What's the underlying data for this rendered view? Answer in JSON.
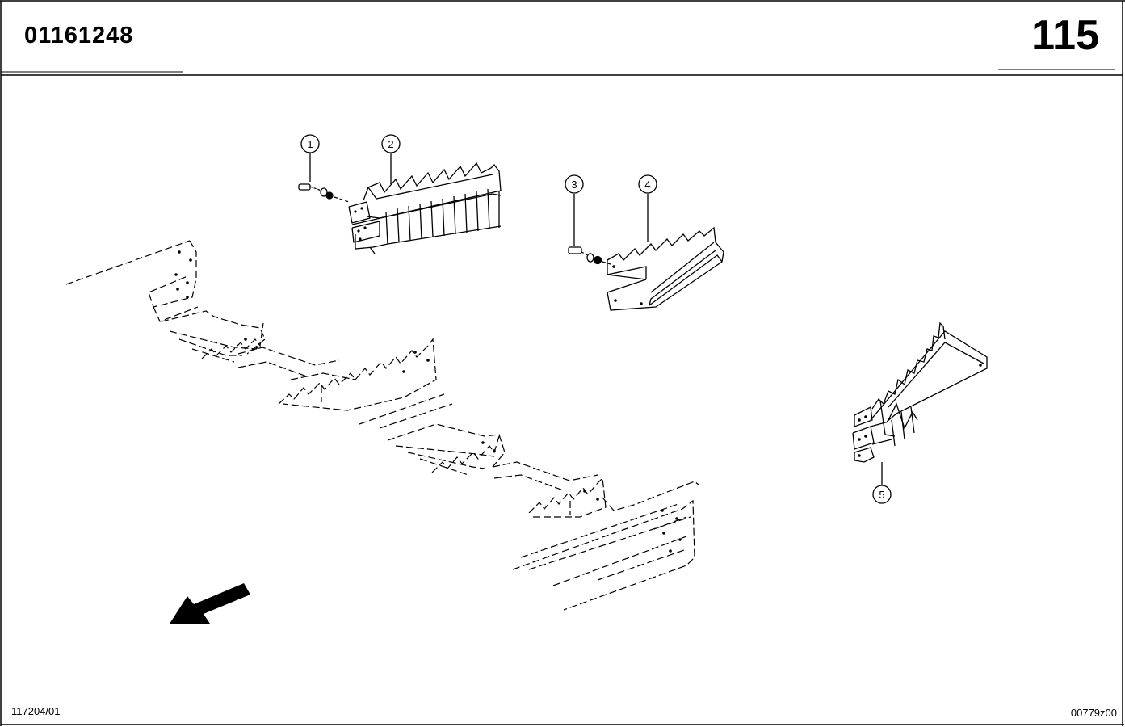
{
  "header": {
    "document_number": "01161248",
    "page_number": "115"
  },
  "footer": {
    "left_code": "117204/01",
    "right_code": "00779z00"
  },
  "callouts": [
    "1",
    "2",
    "3",
    "4",
    "5"
  ]
}
